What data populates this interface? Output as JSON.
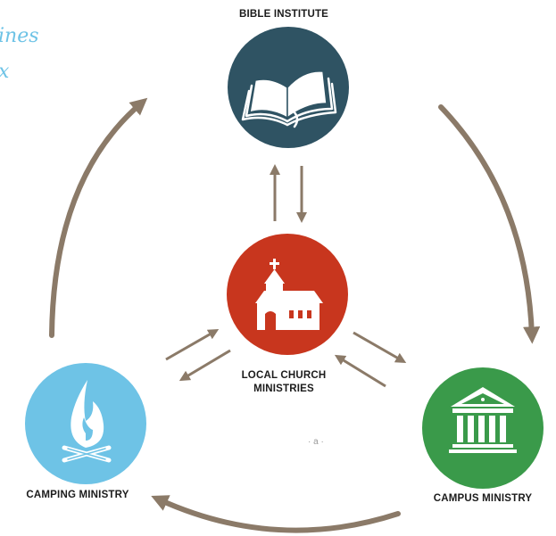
{
  "fragments": {
    "line1": "ines",
    "line2": "x"
  },
  "nodes": {
    "bible_institute": {
      "label": "BIBLE INSTITUTE",
      "color": "#2f5363",
      "icon": "open-book-icon"
    },
    "local_church": {
      "label_line1": "LOCAL CHURCH",
      "label_line2": "MINISTRIES",
      "color": "#c8361e",
      "icon": "church-icon"
    },
    "camping_ministry": {
      "label": "CAMPING MINISTRY",
      "color": "#6ec3e6",
      "icon": "campfire-icon"
    },
    "campus_ministry": {
      "label": "CAMPUS MINISTRY",
      "color": "#3a9a4a",
      "icon": "classical-building-icon"
    }
  },
  "colors": {
    "cycle_arrow": "#8b7a68",
    "connector_arrow": "#8b7a68"
  },
  "speck": "· a ·"
}
